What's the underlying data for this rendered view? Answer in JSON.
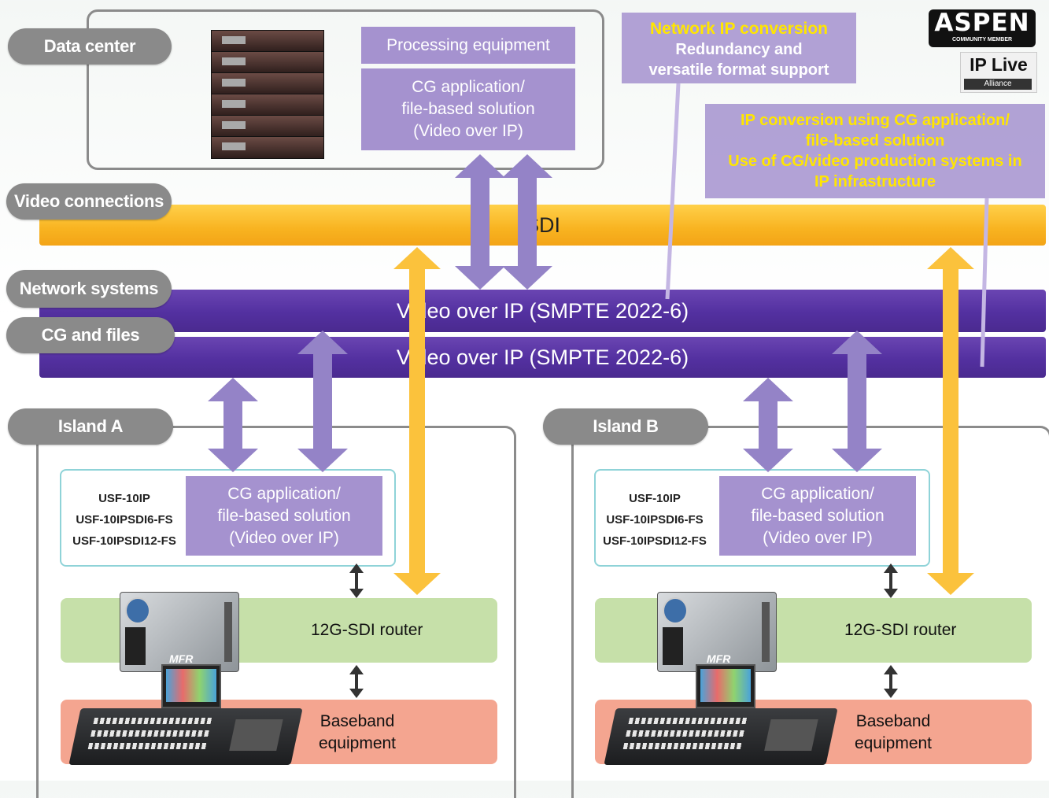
{
  "data_center": {
    "label": "Data center",
    "processing": "Processing equipment",
    "cg_lines": [
      "CG application/",
      "file-based solution",
      "(Video over IP)"
    ]
  },
  "rows": {
    "video_connections": "Video connections",
    "network_systems": "Network systems",
    "cg_files": "CG and files"
  },
  "bands": {
    "sdi": "SDI",
    "ip1": "Video over IP (SMPTE 2022-6)",
    "ip2": "Video over IP (SMPTE 2022-6)"
  },
  "callouts": {
    "network_ip": {
      "title": "Network IP conversion",
      "lines": [
        "Redundancy and",
        "versatile format support"
      ]
    },
    "cg_ip": {
      "title_lines": [
        "IP conversion using CG application/",
        "file-based solution"
      ],
      "lines": [
        "Use of CG/video production systems in",
        "IP infrastructure"
      ]
    }
  },
  "logos": {
    "aspen": "ASPEN",
    "aspen_sub": "COMMUNITY MEMBER",
    "iplive": "IP Live",
    "iplive_sub": "Alliance"
  },
  "islands": [
    {
      "label": "Island A",
      "models": [
        "USF-10IP",
        "USF-10IPSDI6-FS",
        "USF-10IPSDI12-FS"
      ],
      "cg_lines": [
        "CG application/",
        "file-based solution",
        "(Video over IP)"
      ],
      "router": "12G-SDI router",
      "router_badge": "MFR",
      "baseband_lines": [
        "Baseband",
        "equipment"
      ]
    },
    {
      "label": "Island B",
      "models": [
        "USF-10IP",
        "USF-10IPSDI6-FS",
        "USF-10IPSDI12-FS"
      ],
      "cg_lines": [
        "CG application/",
        "file-based solution",
        "(Video over IP)"
      ],
      "router": "12G-SDI router",
      "router_badge": "MFR",
      "baseband_lines": [
        "Baseband",
        "equipment"
      ]
    }
  ],
  "colors": {
    "ip_band": "#5330a0",
    "sdi_band": "#f8b320",
    "lavender": "#a592cf",
    "router": "#c6e0a9",
    "baseband": "#f4a590",
    "gray_label": "#8a8a8a",
    "callout_title": "#ffe600"
  }
}
